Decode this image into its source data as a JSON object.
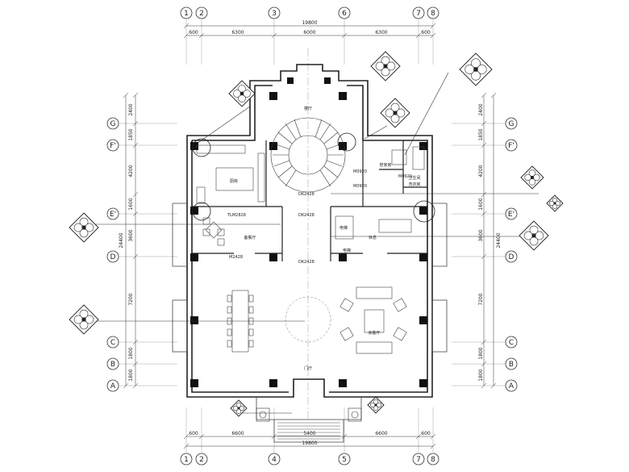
{
  "axes": {
    "numbers": [
      "1",
      "2",
      "3",
      "6",
      "7",
      "8",
      "4",
      "5"
    ],
    "letters": [
      "G",
      "F'",
      "E'",
      "D",
      "C",
      "B",
      "A"
    ]
  },
  "dims": {
    "top_total": "19800",
    "top_segments": [
      "600",
      "6300",
      "6000",
      "6300",
      "600"
    ],
    "bottom_total": "19800",
    "bottom_segments": [
      "600",
      "6600",
      "5400",
      "6600",
      "600"
    ],
    "left_segments": [
      "2400",
      "1850",
      "4200",
      "1600",
      "3600",
      "7200",
      "1800",
      "1800"
    ],
    "left_total": "24400",
    "right_segments": [
      "2400",
      "1850",
      "4200",
      "1600",
      "3600",
      "7200",
      "1800",
      "1800"
    ],
    "right_total": "24400"
  },
  "rooms": {
    "vestibule": "楼厅",
    "kitchen": "厨房",
    "dining_small": "备餐厅",
    "elevator": "电梯",
    "lift_door": "电梯",
    "lounge": "休息",
    "bedroom": "管家房",
    "entrance": "门厅",
    "living": "会客厅",
    "wash": "卫生间",
    "storage": "洗衣房"
  },
  "tags": {
    "d1": "DK2428",
    "d2": "DK2428",
    "d3": "DK2428",
    "d4": "TLM2828",
    "d5": "M2428",
    "d6": "M0920",
    "d7": "M0920",
    "d8": "M0920"
  }
}
